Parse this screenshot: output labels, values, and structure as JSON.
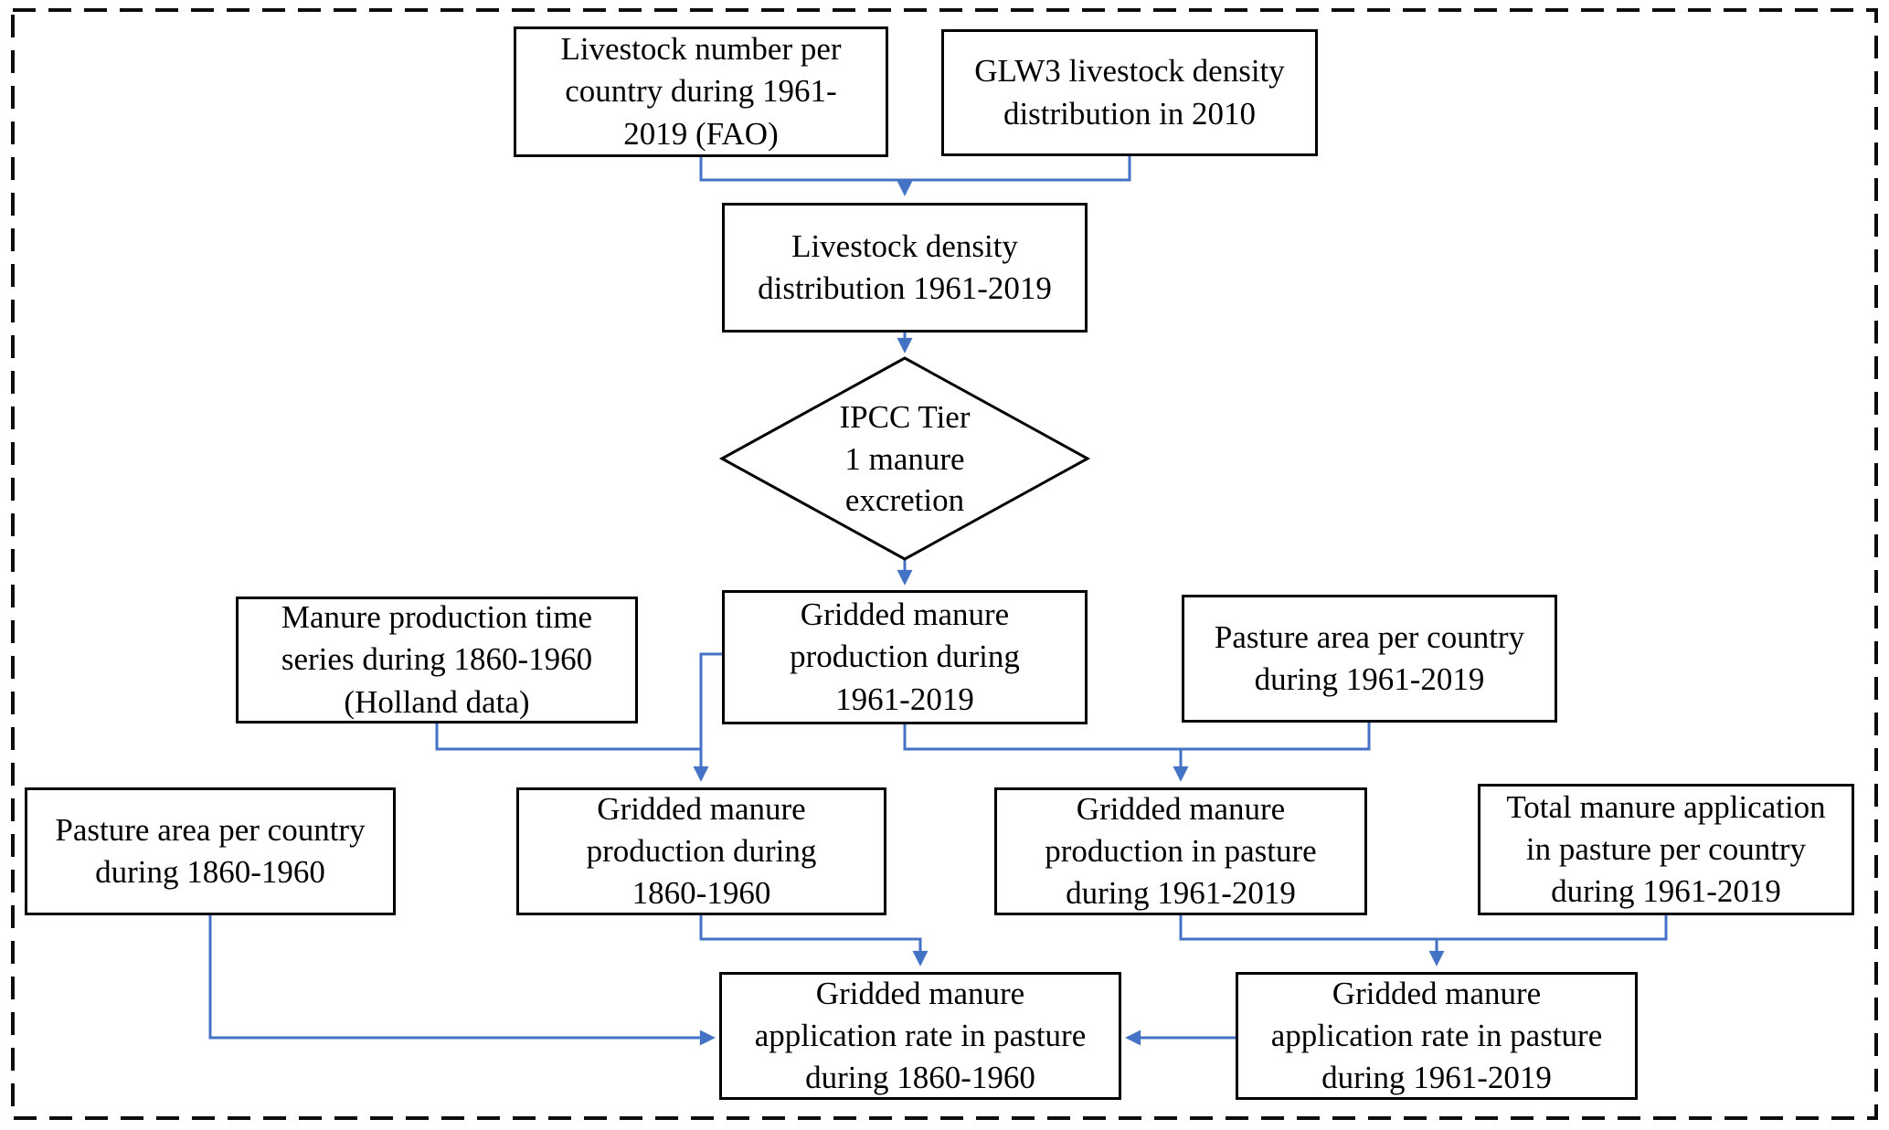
{
  "diagram_type": "flowchart",
  "colors": {
    "connector_blue": "#4472C4",
    "node_border": "#000000",
    "node_fill": "#FFFFFF",
    "outer_frame": "#000000",
    "outer_frame_style": "dashed",
    "text": "#000000"
  },
  "nodes": {
    "fao": {
      "shape": "rect",
      "label": "Livestock number per\ncountry during 1961-\n2019 (FAO)"
    },
    "glw3": {
      "shape": "rect",
      "label": "GLW3 livestock density\ndistribution in 2010"
    },
    "density": {
      "shape": "rect",
      "label": "Livestock density\ndistribution 1961-2019"
    },
    "ipcc": {
      "shape": "diamond",
      "label": "IPCC Tier\n1 manure\nexcretion"
    },
    "prod6119": {
      "shape": "rect",
      "label": "Gridded manure\nproduction during\n1961-2019"
    },
    "holland": {
      "shape": "rect",
      "label": "Manure production time\nseries during 1860-1960\n(Holland data)"
    },
    "pasture6119": {
      "shape": "rect",
      "label": "Pasture area per country\nduring 1961-2019"
    },
    "pasture6060": {
      "shape": "rect",
      "label": "Pasture area per country\nduring 1860-1960"
    },
    "prod6060": {
      "shape": "rect",
      "label": "Gridded manure\nproduction during\n1860-1960"
    },
    "prodpast": {
      "shape": "rect",
      "label": "Gridded manure\nproduction in pasture\nduring 1961-2019"
    },
    "totalapp": {
      "shape": "rect",
      "label": "Total manure application\nin pasture per country\nduring 1961-2019"
    },
    "rate6060": {
      "shape": "rect",
      "label": "Gridded manure\napplication rate in pasture\nduring 1860-1960"
    },
    "rate6119": {
      "shape": "rect",
      "label": "Gridded manure\napplication rate in pasture\nduring 1961-2019"
    }
  },
  "edges": [
    {
      "from": "fao",
      "to": "density"
    },
    {
      "from": "glw3",
      "to": "density"
    },
    {
      "from": "density",
      "to": "ipcc"
    },
    {
      "from": "ipcc",
      "to": "prod6119"
    },
    {
      "from": "holland",
      "to": "prod6060"
    },
    {
      "from": "prod6119",
      "to": "prod6060"
    },
    {
      "from": "prod6119",
      "to": "prodpast"
    },
    {
      "from": "pasture6119",
      "to": "prodpast"
    },
    {
      "from": "prod6060",
      "to": "rate6060"
    },
    {
      "from": "pasture6060",
      "to": "rate6060"
    },
    {
      "from": "prodpast",
      "to": "rate6119"
    },
    {
      "from": "totalapp",
      "to": "rate6119"
    },
    {
      "from": "rate6119",
      "to": "rate6060"
    }
  ]
}
